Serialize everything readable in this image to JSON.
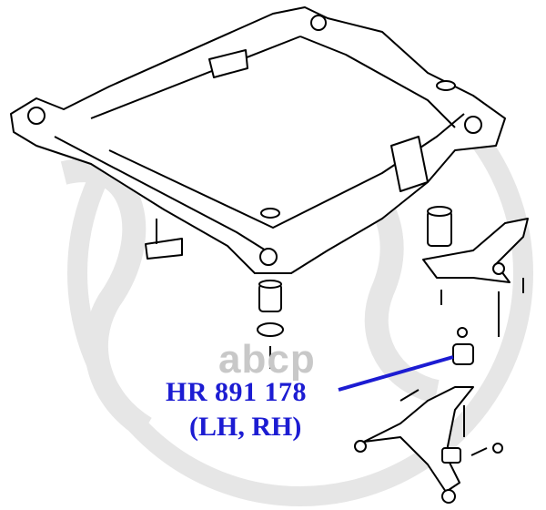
{
  "watermark": "abcp",
  "part": {
    "number": "HR 891 178",
    "side": "(LH, RH)"
  },
  "colors": {
    "label": "#1c1cd2",
    "watermark": "#c8c8c8",
    "line": "#000000"
  }
}
